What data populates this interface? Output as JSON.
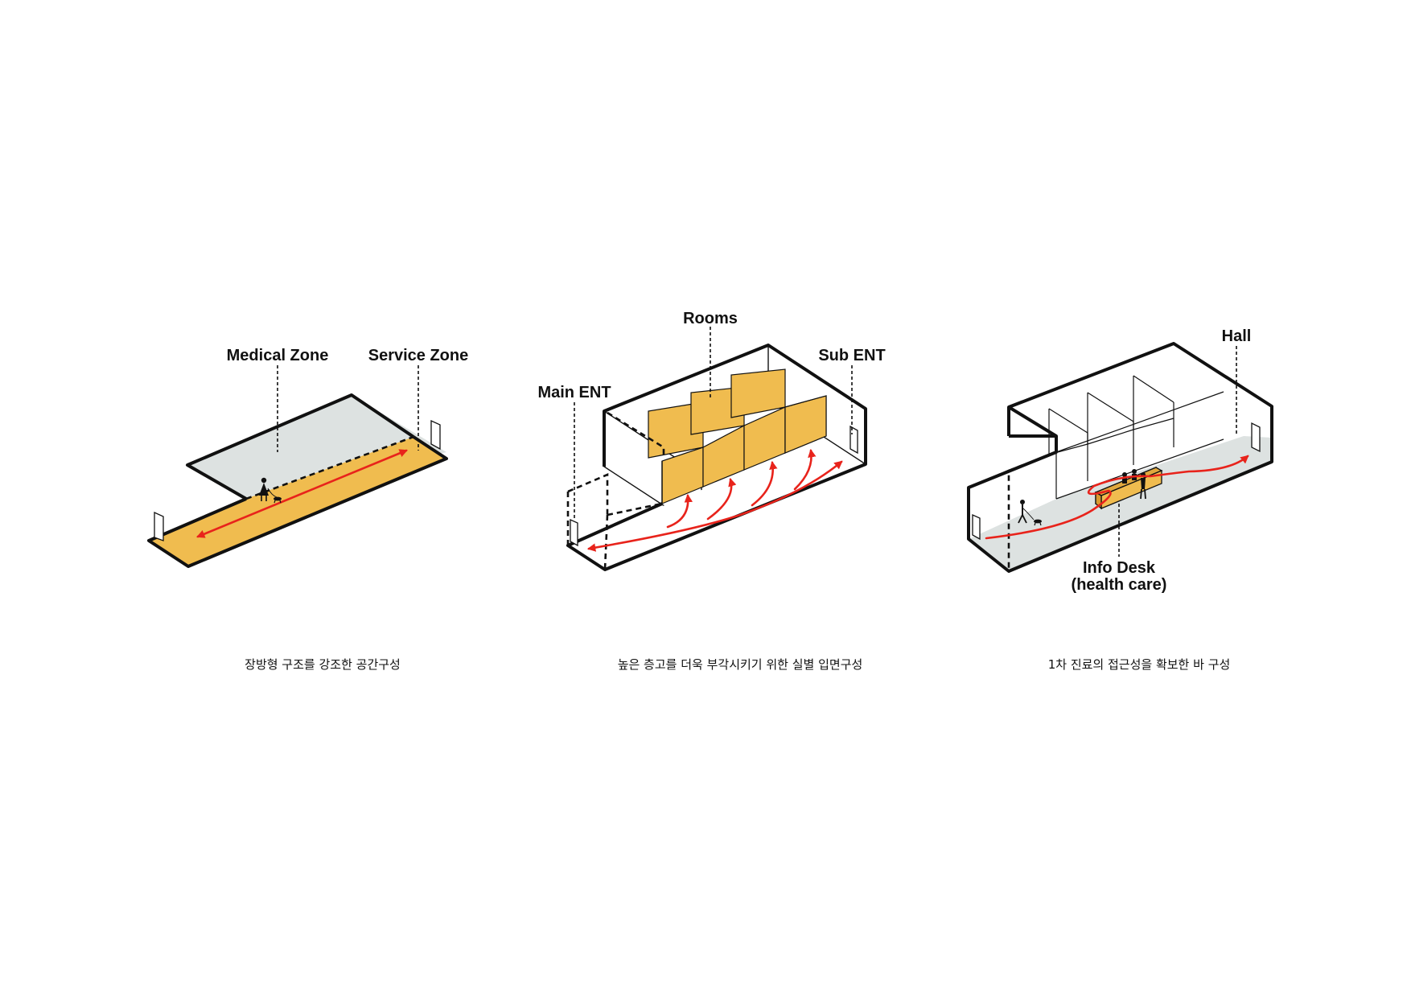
{
  "diagram1": {
    "label_medical": "Medical Zone",
    "label_service": "Service Zone",
    "caption": "장방형 구조를 강조한 공간구성"
  },
  "diagram2": {
    "label_rooms": "Rooms",
    "label_main_ent": "Main ENT",
    "label_sub_ent": "Sub ENT",
    "caption": "높은 층고를 더욱 부각시키기 위한 실별 입면구성"
  },
  "diagram3": {
    "label_hall": "Hall",
    "label_info_desk": "Info Desk",
    "label_info_desk_sub": "(health care)",
    "caption": "1차 진료의 접근성을 확보한 바 구성"
  },
  "colors": {
    "accent_orange": "#f0bc4f",
    "floor_grey": "#dde2e1",
    "flow_red": "#e8231b",
    "line_black": "#111111"
  }
}
